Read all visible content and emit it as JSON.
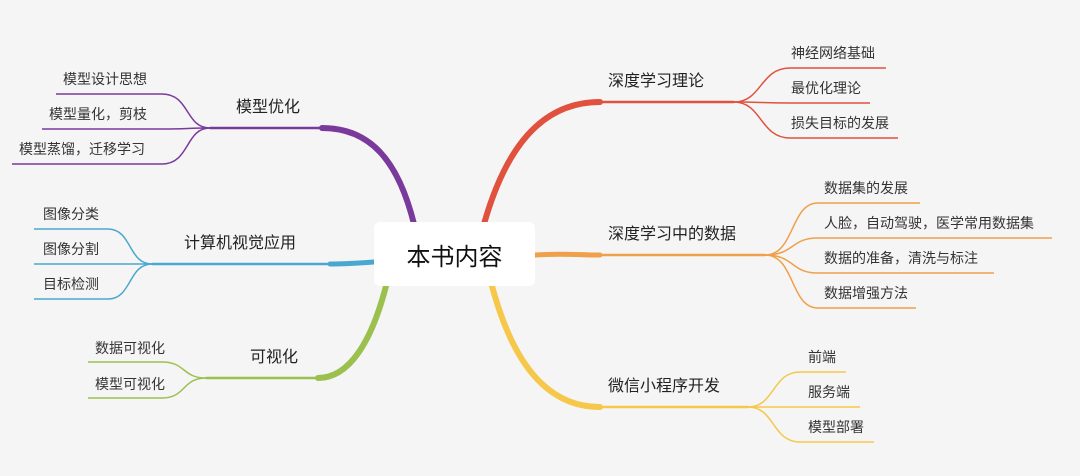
{
  "center": "本书内容",
  "branches": [
    {
      "label": "深度学习理论",
      "color": "#e0523d",
      "children": [
        "神经网络基础",
        "最优化理论",
        "损失目标的发展"
      ]
    },
    {
      "label": "深度学习中的数据",
      "color": "#f0a04b",
      "children": [
        "数据集的发展",
        "人脸，自动驾驶，医学常用数据集",
        "数据的准备，清洗与标注",
        "数据增强方法"
      ]
    },
    {
      "label": "微信小程序开发",
      "color": "#f5c84c",
      "children": [
        "前端",
        "服务端",
        "模型部署"
      ]
    },
    {
      "label": "模型优化",
      "color": "#7a3a9c",
      "children": [
        "模型设计思想",
        "模型量化，剪枝",
        "模型蒸馏，迁移学习"
      ]
    },
    {
      "label": "计算机视觉应用",
      "color": "#4aa8d0",
      "children": [
        "图像分类",
        "图像分割",
        "目标检测"
      ]
    },
    {
      "label": "可视化",
      "color": "#9cc04e",
      "children": [
        "数据可视化",
        "模型可视化"
      ]
    }
  ]
}
